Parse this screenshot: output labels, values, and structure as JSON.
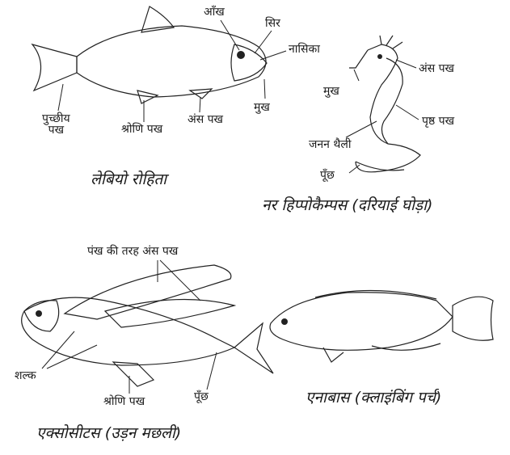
{
  "figure1": {
    "caption": "लेबियो रोहिता",
    "labels": {
      "eye": "आँख",
      "head": "सिर",
      "nostril": "नासिका",
      "mouth": "मुख",
      "caudal_fin": "पुच्छीय\nपख",
      "pelvic_fin": "श्रोणि पख",
      "pectoral_fin": "अंस पख"
    }
  },
  "figure2": {
    "caption": "नर हिप्पोकैम्पस (दरियाई घोड़ा)",
    "labels": {
      "pectoral_fin": "अंस पख",
      "mouth": "मुख",
      "dorsal_fin": "पृष्ठ पख",
      "brood_pouch": "जनन थैली",
      "tail": "पूँछ"
    }
  },
  "figure3": {
    "caption": "एक्सोसीटस (उड़न मछली)",
    "labels": {
      "wing_fins": "पंख की तरह अंस पख",
      "scales": "शल्क",
      "pelvic_fin": "श्रोणि पख",
      "tail": "पूँछ"
    }
  },
  "figure4": {
    "caption": "एनाबास (क्लाइंबिंग पर्च)"
  }
}
